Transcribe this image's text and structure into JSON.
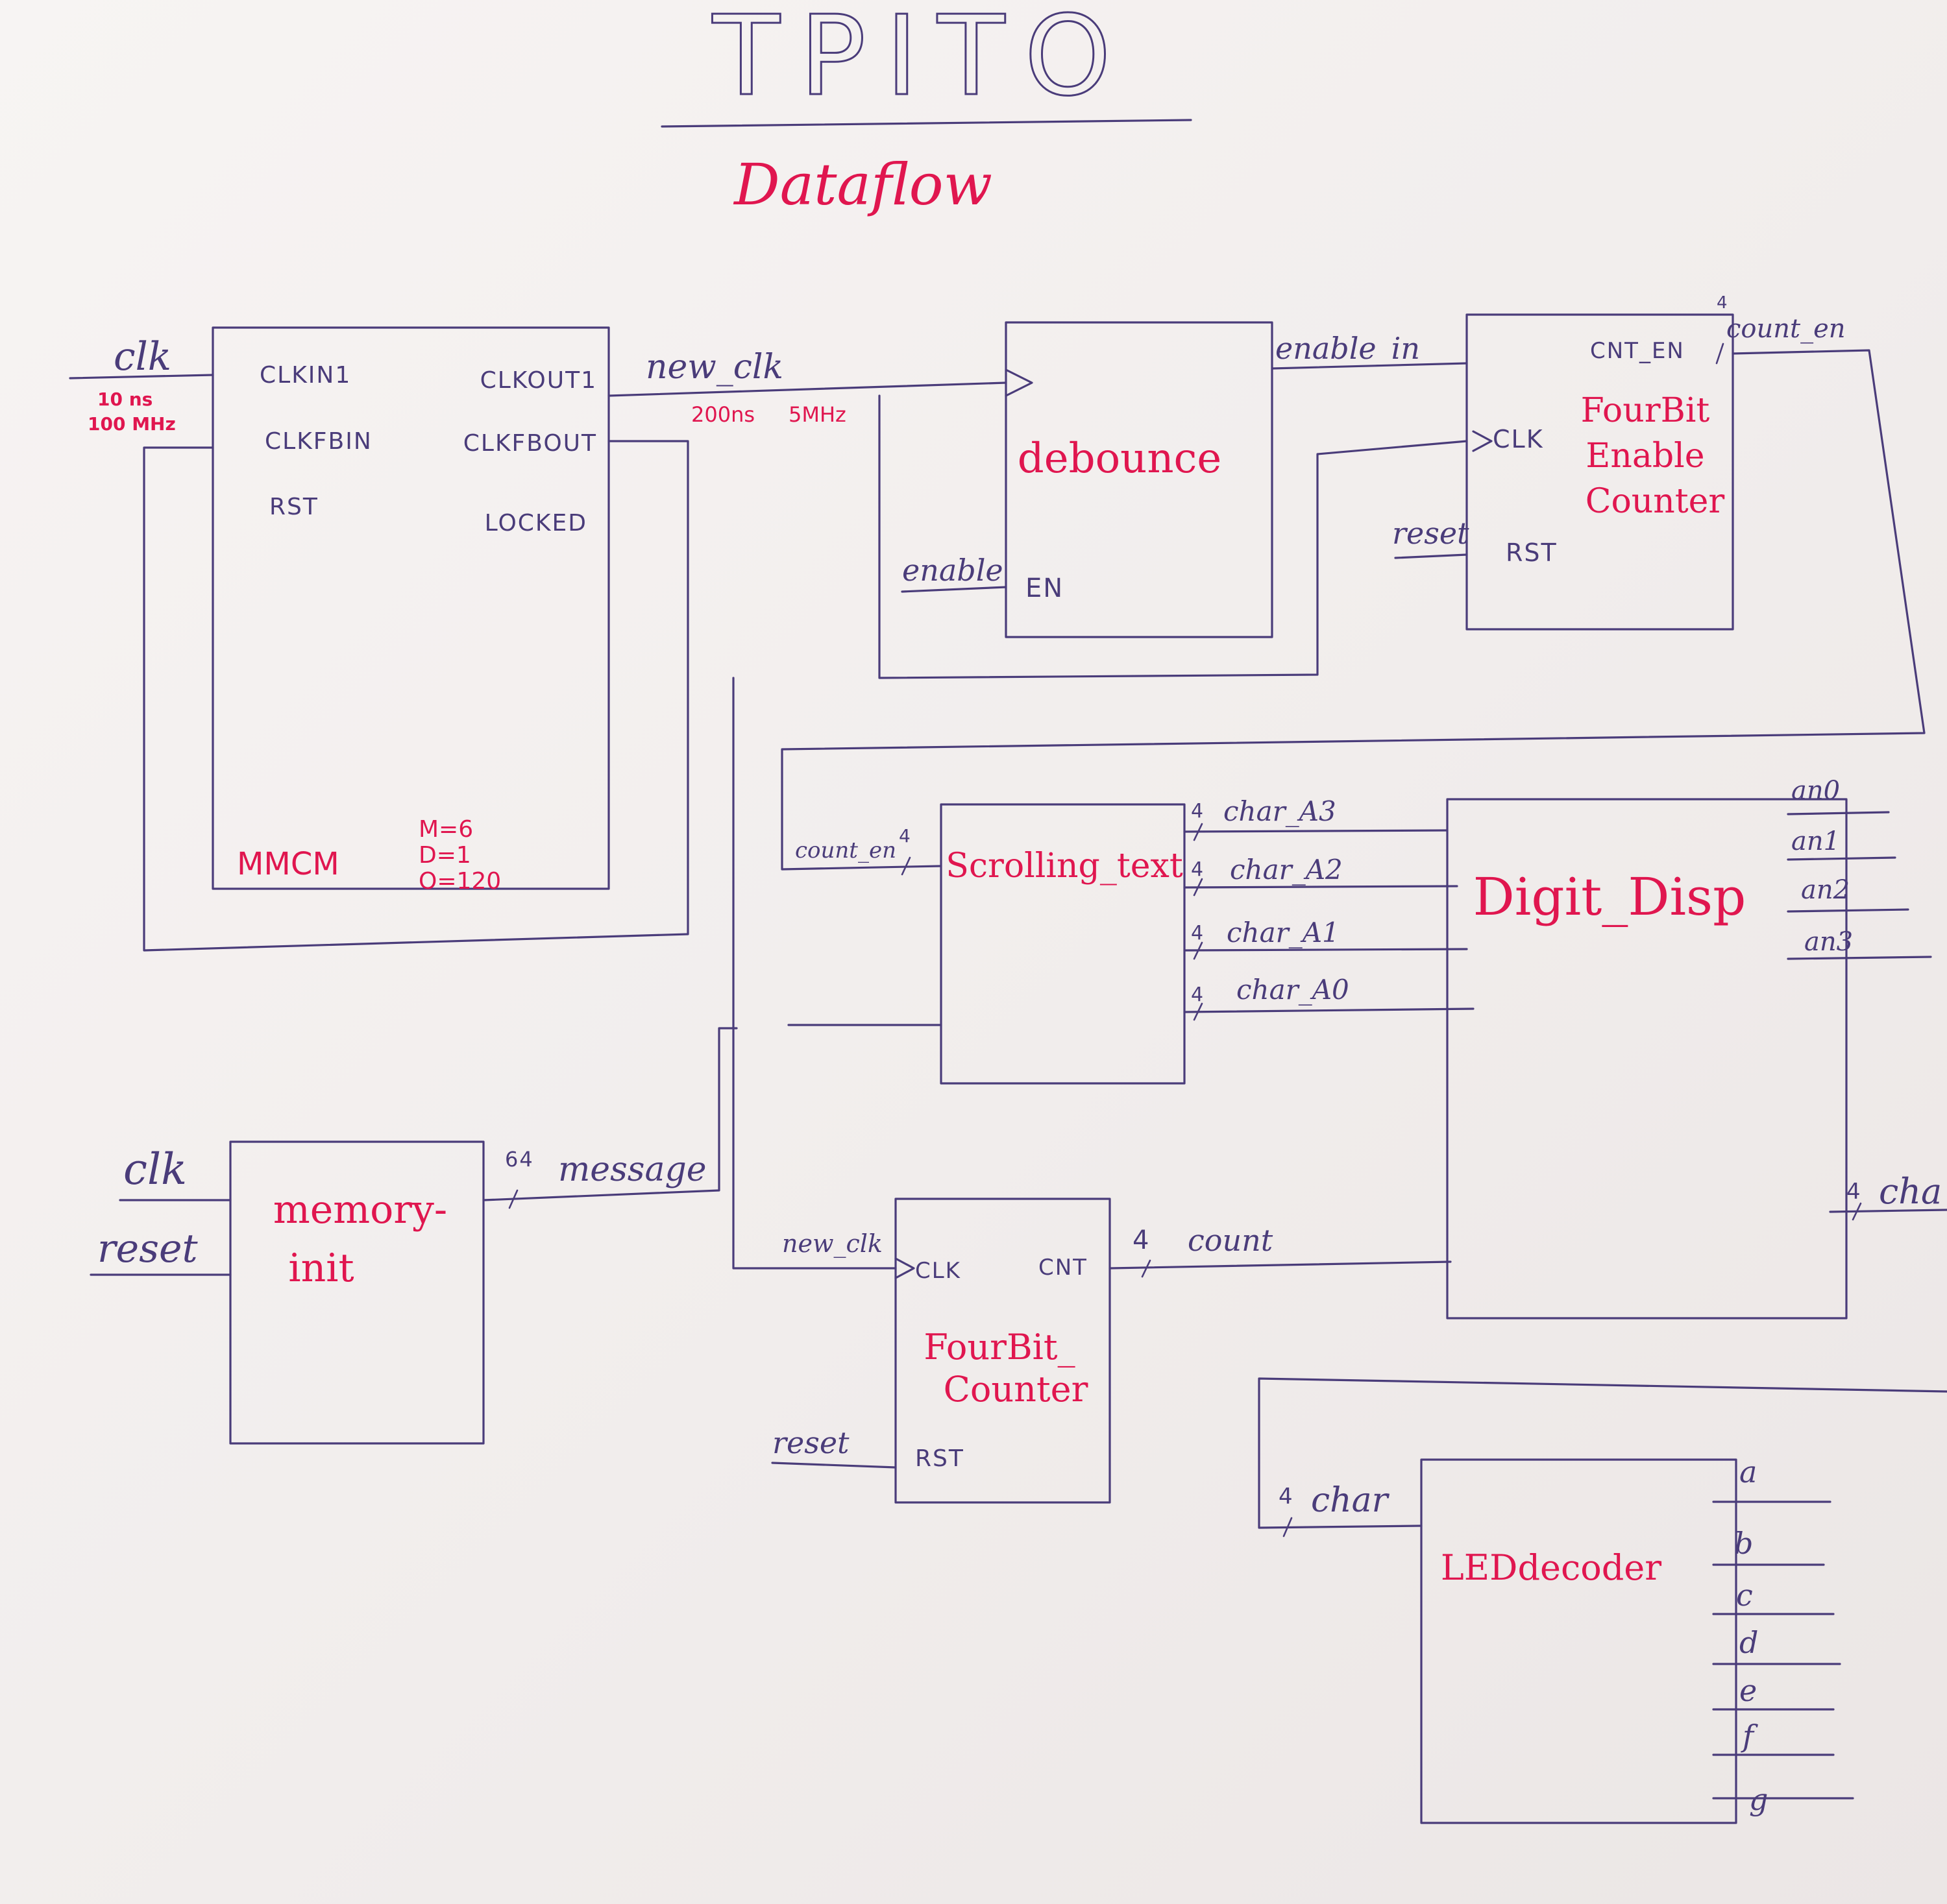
{
  "title": "TPITO",
  "subtitle": "Dataflow",
  "mmcm": {
    "name": "MMCM",
    "pins_in": [
      "CLKIN1",
      "CLKFBIN",
      "RST"
    ],
    "pins_out": [
      "CLKOUT1",
      "CLKFBOUT",
      "LOCKED"
    ],
    "params": [
      "M=6",
      "D=1",
      "O=120"
    ],
    "clk_label": "clk",
    "clk_period": "10 ns",
    "clk_freq": "100 MHz"
  },
  "new_clk": {
    "label": "new_clk",
    "period": "200ns",
    "freq": "5MHz"
  },
  "debounce": {
    "name": "debounce",
    "pin_en": "EN",
    "enable_label": "enable",
    "out_label": "enable_in"
  },
  "enable_counter": {
    "name_lines": [
      "FourBit",
      "Enable",
      "Counter"
    ],
    "pin_cnt_en": "CNT_EN",
    "pin_clk": "CLK",
    "pin_rst": "RST",
    "reset_label": "reset",
    "width": "4",
    "out_label": "count_en"
  },
  "scrolling": {
    "name": "Scrolling_text",
    "in_label": "count_en",
    "in_width": "4",
    "outputs": [
      "char_A3",
      "char_A2",
      "char_A1",
      "char_A0"
    ],
    "out_width": "4"
  },
  "digit_disp": {
    "name": "Digit_Disp",
    "outputs": [
      "an0",
      "an1",
      "an2",
      "an3"
    ],
    "char_label": "cha",
    "char_width": "4"
  },
  "memory": {
    "name_lines": [
      "memory-",
      "init"
    ],
    "in_clk": "clk",
    "in_reset": "reset",
    "width": "64",
    "out_label": "message"
  },
  "counter": {
    "name_lines": [
      "FourBit_",
      "Counter"
    ],
    "pin_clk": "CLK",
    "pin_cnt": "CNT",
    "pin_rst": "RST",
    "in_clk": "new_clk",
    "in_reset": "reset",
    "width": "4",
    "out_label": "count"
  },
  "led": {
    "name": "LEDdecoder",
    "in_label": "char",
    "in_width": "4",
    "outputs": [
      "a",
      "b",
      "c",
      "d",
      "e",
      "f",
      "g"
    ]
  },
  "colors": {
    "ink": "#4a3c7a",
    "accent": "#e0164f",
    "paper": "#f3efee"
  }
}
